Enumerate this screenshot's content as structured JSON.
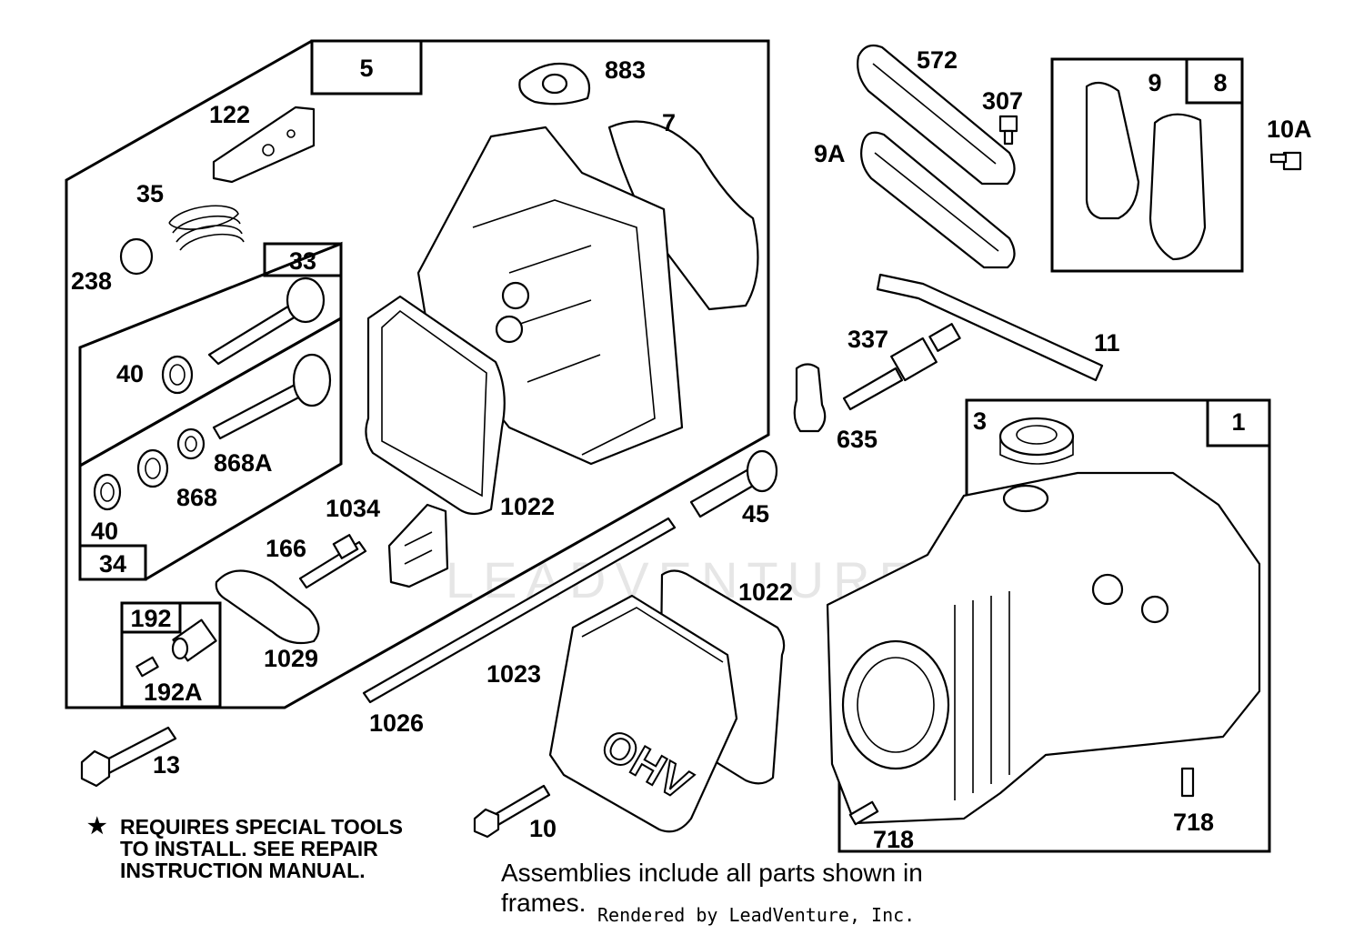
{
  "watermark": "LEADVENTURE",
  "frames": {
    "f5": "5",
    "f33": "33",
    "f34": "34",
    "f192": "192",
    "f9": "9",
    "f8": "8",
    "f1": "1"
  },
  "labels": {
    "p883": "883",
    "p7": "7",
    "p122": "122",
    "p35": "35",
    "p238": "238",
    "p40a": "40",
    "p40b": "40",
    "p868A": "868A",
    "p868": "868",
    "p1034": "1034",
    "p1022a": "1022",
    "p166": "166",
    "p1029": "1029",
    "p192A": "192A",
    "p13": "13",
    "p572": "572",
    "p307": "307",
    "p9A": "9A",
    "p10A": "10A",
    "p337": "337",
    "p11": "11",
    "p635": "635",
    "p45": "45",
    "p3": "3",
    "p1022b": "1022",
    "p1023": "1023",
    "p1026": "1026",
    "p10": "10",
    "p718a": "718",
    "p718b": "718"
  },
  "cover_text": "OHV",
  "star_symbol": "★",
  "note_lines": [
    "REQUIRES SPECIAL TOOLS",
    "TO INSTALL.  SEE REPAIR",
    "INSTRUCTION MANUAL."
  ],
  "assemblies_line1": "Assemblies include all parts shown in",
  "assemblies_line2": "frames.",
  "rendered_by": "Rendered by LeadVenture, Inc."
}
